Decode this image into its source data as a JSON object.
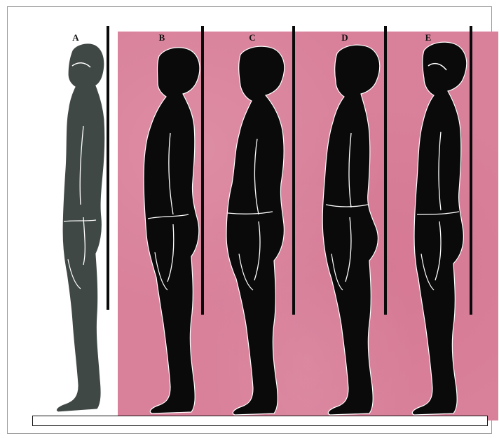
{
  "figures": [
    {
      "label": "A",
      "highlight": false
    },
    {
      "label": "B",
      "highlight": true
    },
    {
      "label": "C",
      "highlight": true
    },
    {
      "label": "D",
      "highlight": true
    },
    {
      "label": "E",
      "highlight": true
    }
  ],
  "colors": {
    "panel": "#d9809a",
    "figure_a": "#3f4844",
    "figure_others": "#0a0a0a",
    "outline": "#ffffff",
    "plumb_line": "#0a0a0a"
  }
}
